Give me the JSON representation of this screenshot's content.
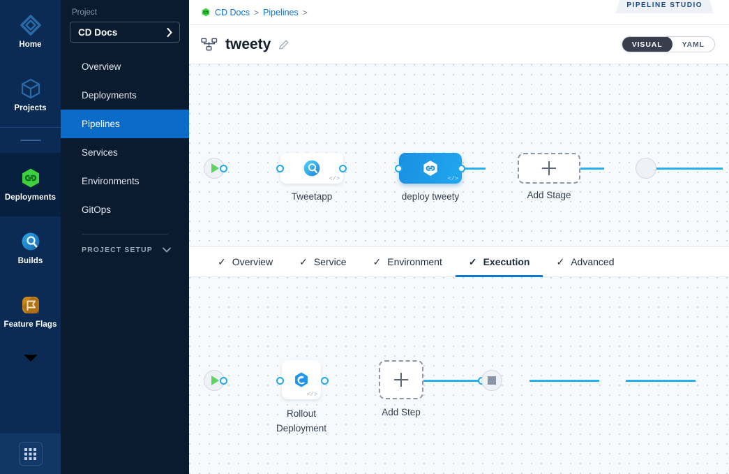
{
  "rail": {
    "items": [
      {
        "label": "Home",
        "icon": "home-diamond-icon",
        "active": false
      },
      {
        "label": "Projects",
        "icon": "cube-icon",
        "active": false
      },
      {
        "label": "Deployments",
        "icon": "deployments-hex-icon",
        "active": true
      },
      {
        "label": "Builds",
        "icon": "builds-circle-icon",
        "active": false
      },
      {
        "label": "Feature Flags",
        "icon": "feature-flags-icon",
        "active": false
      }
    ],
    "apps_icon": "grid-apps-icon",
    "expand_icon": "chevron-down-icon"
  },
  "sidebar": {
    "section_label": "Project",
    "project_name": "CD Docs",
    "project_chevron": "chevron-right-icon",
    "items": [
      {
        "label": "Overview",
        "active": false
      },
      {
        "label": "Deployments",
        "active": false
      },
      {
        "label": "Pipelines",
        "active": true
      },
      {
        "label": "Services",
        "active": false
      },
      {
        "label": "Environments",
        "active": false
      },
      {
        "label": "GitOps",
        "active": false
      }
    ],
    "setup_label": "PROJECT SETUP",
    "setup_chevron": "chevron-down-icon"
  },
  "header": {
    "breadcrumb": [
      {
        "label": "CD Docs",
        "sep": ">"
      },
      {
        "label": "Pipelines",
        "sep": ">"
      }
    ],
    "studio_tab": "PIPELINE STUDIO",
    "pipeline_icon": "pipeline-tree-icon",
    "pipeline_title": "tweety",
    "edit_icon": "pencil-edit-icon",
    "toggle": {
      "options": [
        "VISUAL",
        "YAML"
      ],
      "selected": "VISUAL"
    }
  },
  "stage_canvas": {
    "start_icon": "play-start-icon",
    "end_icon": "stop-end-icon",
    "stages": [
      {
        "label": "Tweetapp",
        "icon": "build-stage-icon",
        "selected": false,
        "code_mark": "</>"
      },
      {
        "label": "deploy tweety",
        "icon": "deploy-hex-icon",
        "selected": true,
        "code_mark": "</>"
      }
    ],
    "add_stage_label": "Add Stage",
    "add_icon": "plus-icon"
  },
  "tabs": [
    {
      "label": "Overview",
      "check": "✓",
      "active": false
    },
    {
      "label": "Service",
      "check": "✓",
      "active": false
    },
    {
      "label": "Environment",
      "check": "✓",
      "active": false
    },
    {
      "label": "Execution",
      "check": "✓",
      "active": true
    },
    {
      "label": "Advanced",
      "check": "✓",
      "active": false
    }
  ],
  "step_canvas": {
    "start_icon": "play-start-icon",
    "end_icon": "stop-end-icon",
    "steps": [
      {
        "label": "Rollout\nDeployment",
        "icon": "rollout-deployment-icon",
        "code_mark": "</>"
      }
    ],
    "add_step_label": "Add Step",
    "add_icon": "plus-icon"
  },
  "colors": {
    "nav_bg": "#0b2b54",
    "nav_active": "#07203f",
    "sidebar_bg": "#0a1a2f",
    "sidebar_active": "#0b6bc9",
    "accent_blue": "#1ea9ef",
    "link_blue": "#0b72d9",
    "green": "#5fd35f",
    "canvas_bg": "#f7fafc"
  }
}
